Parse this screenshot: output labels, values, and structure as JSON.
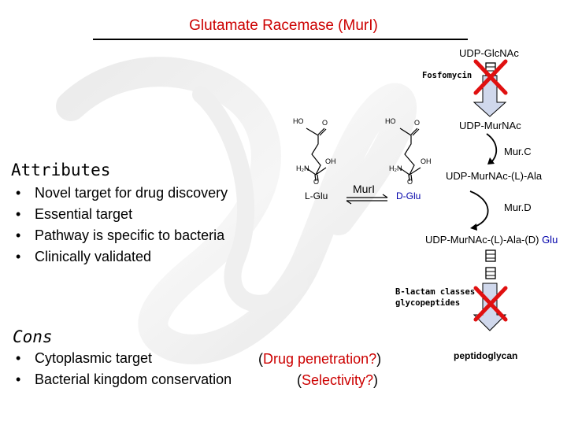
{
  "title": "Glutamate Racemase (MurI)",
  "pathway": {
    "udp_glcnac": "UDP-GlcNAc",
    "fosfomycin": "Fosfomycin",
    "udp_murnac": "UDP-MurNAc",
    "murc": "Mur.C",
    "udp_murnac_ala": "UDP-MurNAc-(L)-Ala",
    "murd": "Mur.D",
    "udp_murnac_ala_glu_prefix": "UDP-MurNAc-(L)-Ala-(D)",
    "udp_murnac_ala_glu_suffix": "Glu",
    "beta_lactam": "B-lactam classes",
    "glycopeptides": "glycopeptides",
    "peptidoglycan": "peptidoglycan"
  },
  "reaction": {
    "l_glu": "L-Glu",
    "d_glu": "D-Glu",
    "enzyme": "MurI",
    "ho_left": "HO",
    "oh_left": "OH",
    "h2n_left": "H₂N",
    "o_left_top": "O",
    "o_left_bottom": "O",
    "ho_right": "HO",
    "oh_right": "OH",
    "h2n_right": "H₂N",
    "o_right_top": "O",
    "o_right_bottom": "O"
  },
  "attributes": {
    "heading": "Attributes",
    "items": [
      "Novel target for drug discovery",
      "Essential target",
      "Pathway is specific to bacteria",
      "Clinically validated"
    ]
  },
  "cons": {
    "heading": "Cons",
    "items": [
      "Cytoplasmic target",
      "Bacterial kingdom conservation"
    ],
    "notes": [
      {
        "open": "(",
        "text": "Drug penetration?",
        "close": ")"
      },
      {
        "open": "(",
        "text": "Selectivity?",
        "close": ")"
      }
    ]
  },
  "colors": {
    "title": "#cc0000",
    "cross": "#e01010",
    "arrow_fill": "#d0d8ec",
    "notes": "#cc0000",
    "d_glu": "#0000aa"
  },
  "icons": [
    "ribbon-background-shape",
    "red-x-icon",
    "barrel-inhibitor-icon",
    "down-arrow-icon"
  ]
}
